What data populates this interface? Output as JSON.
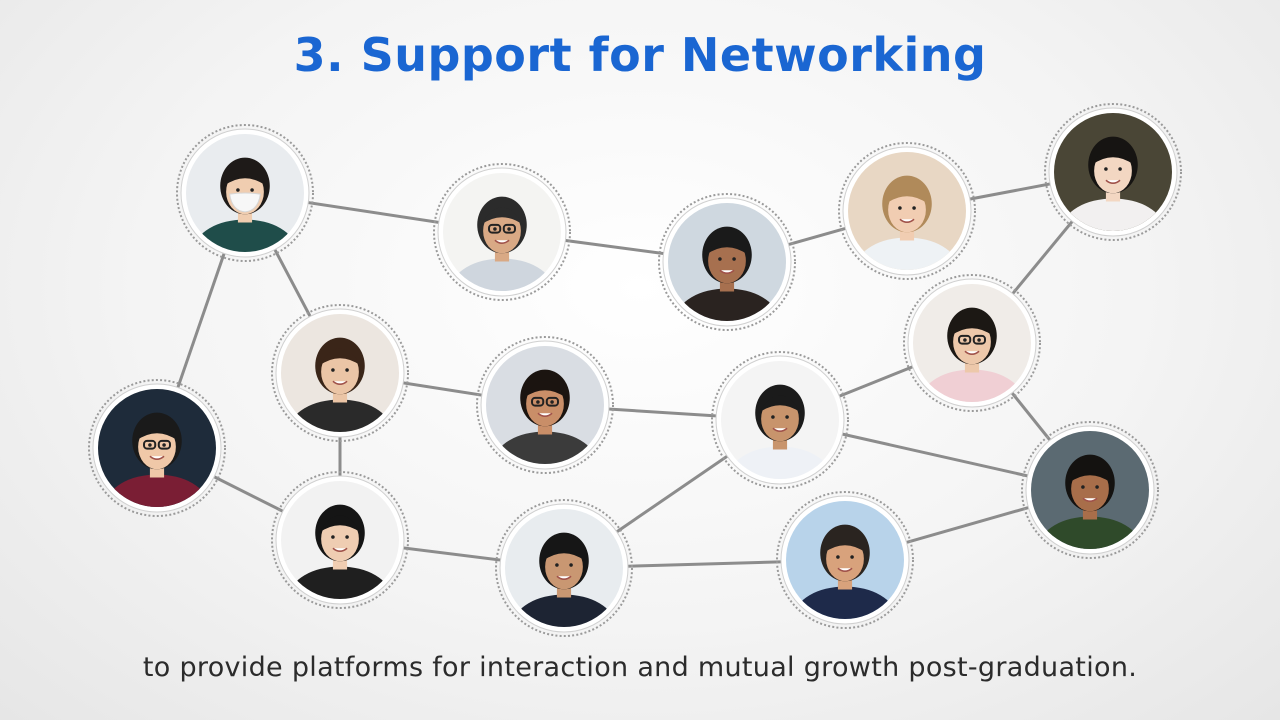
{
  "slide": {
    "title": "3. Support for Networking",
    "subtitle": "to provide platforms for interaction and mutual growth post-graduation."
  },
  "people": [
    {
      "id": "p1",
      "bg": "#e9ecef",
      "skin": "#f0cdb0",
      "hair": "#1e1a18",
      "shirt": "#1f4d4a",
      "mask": true,
      "glasses": false
    },
    {
      "id": "p2",
      "bg": "#f4f4f2",
      "skin": "#d9a985",
      "hair": "#2b2b2b",
      "shirt": "#cfd6de",
      "mask": false,
      "glasses": true
    },
    {
      "id": "p3",
      "bg": "#cfd8e0",
      "skin": "#a7704f",
      "hair": "#1a1a1a",
      "shirt": "#2a2320",
      "mask": false,
      "glasses": false
    },
    {
      "id": "p4",
      "bg": "#e8d7c4",
      "skin": "#f1cdb2",
      "hair": "#b08a5a",
      "shirt": "#eef2f5",
      "mask": false,
      "glasses": false
    },
    {
      "id": "p5",
      "bg": "#4a4636",
      "skin": "#f3d7c2",
      "hair": "#161412",
      "shirt": "#f2f0f0",
      "mask": false,
      "glasses": false
    },
    {
      "id": "p6",
      "bg": "#f0ece8",
      "skin": "#edc8aa",
      "hair": "#1c1814",
      "shirt": "#f0cfd4",
      "mask": false,
      "glasses": true
    },
    {
      "id": "p7",
      "bg": "#ece6e0",
      "skin": "#ebc5a6",
      "hair": "#3a2518",
      "shirt": "#2a2a2a",
      "mask": false,
      "glasses": false
    },
    {
      "id": "p8",
      "bg": "#d9dde3",
      "skin": "#c98e68",
      "hair": "#1b1410",
      "shirt": "#3b3b3b",
      "mask": false,
      "glasses": true
    },
    {
      "id": "p9",
      "bg": "#f4f4f4",
      "skin": "#c8946c",
      "hair": "#1b1b1b",
      "shirt": "#eef1f6",
      "mask": false,
      "glasses": false
    },
    {
      "id": "p10",
      "bg": "#1e2b3a",
      "skin": "#f0c8a8",
      "hair": "#1a1a1a",
      "shirt": "#7a1e34",
      "mask": false,
      "glasses": true
    },
    {
      "id": "p11",
      "bg": "#f2f2f2",
      "skin": "#efcdb2",
      "hair": "#151515",
      "shirt": "#1f1f1f",
      "mask": false,
      "glasses": false
    },
    {
      "id": "p12",
      "bg": "#e8ecef",
      "skin": "#c99772",
      "hair": "#161616",
      "shirt": "#1d2433",
      "mask": false,
      "glasses": false
    },
    {
      "id": "p13",
      "bg": "#b8d3ea",
      "skin": "#d8a27c",
      "hair": "#2a2420",
      "shirt": "#1e2a4a",
      "mask": false,
      "glasses": false
    },
    {
      "id": "p14",
      "bg": "#5b6a72",
      "skin": "#a86e4a",
      "hair": "#141210",
      "shirt": "#2f4a2a",
      "mask": false,
      "glasses": false
    }
  ],
  "links": [
    [
      "p1",
      "p2"
    ],
    [
      "p2",
      "p3"
    ],
    [
      "p3",
      "p4"
    ],
    [
      "p4",
      "p5"
    ],
    [
      "p5",
      "p6"
    ],
    [
      "p1",
      "p7"
    ],
    [
      "p1",
      "p10"
    ],
    [
      "p7",
      "p8"
    ],
    [
      "p8",
      "p9"
    ],
    [
      "p7",
      "p11"
    ],
    [
      "p10",
      "p11"
    ],
    [
      "p11",
      "p12"
    ],
    [
      "p12",
      "p9"
    ],
    [
      "p12",
      "p13"
    ],
    [
      "p9",
      "p6"
    ],
    [
      "p9",
      "p14"
    ],
    [
      "p6",
      "p14"
    ],
    [
      "p13",
      "p14"
    ]
  ]
}
